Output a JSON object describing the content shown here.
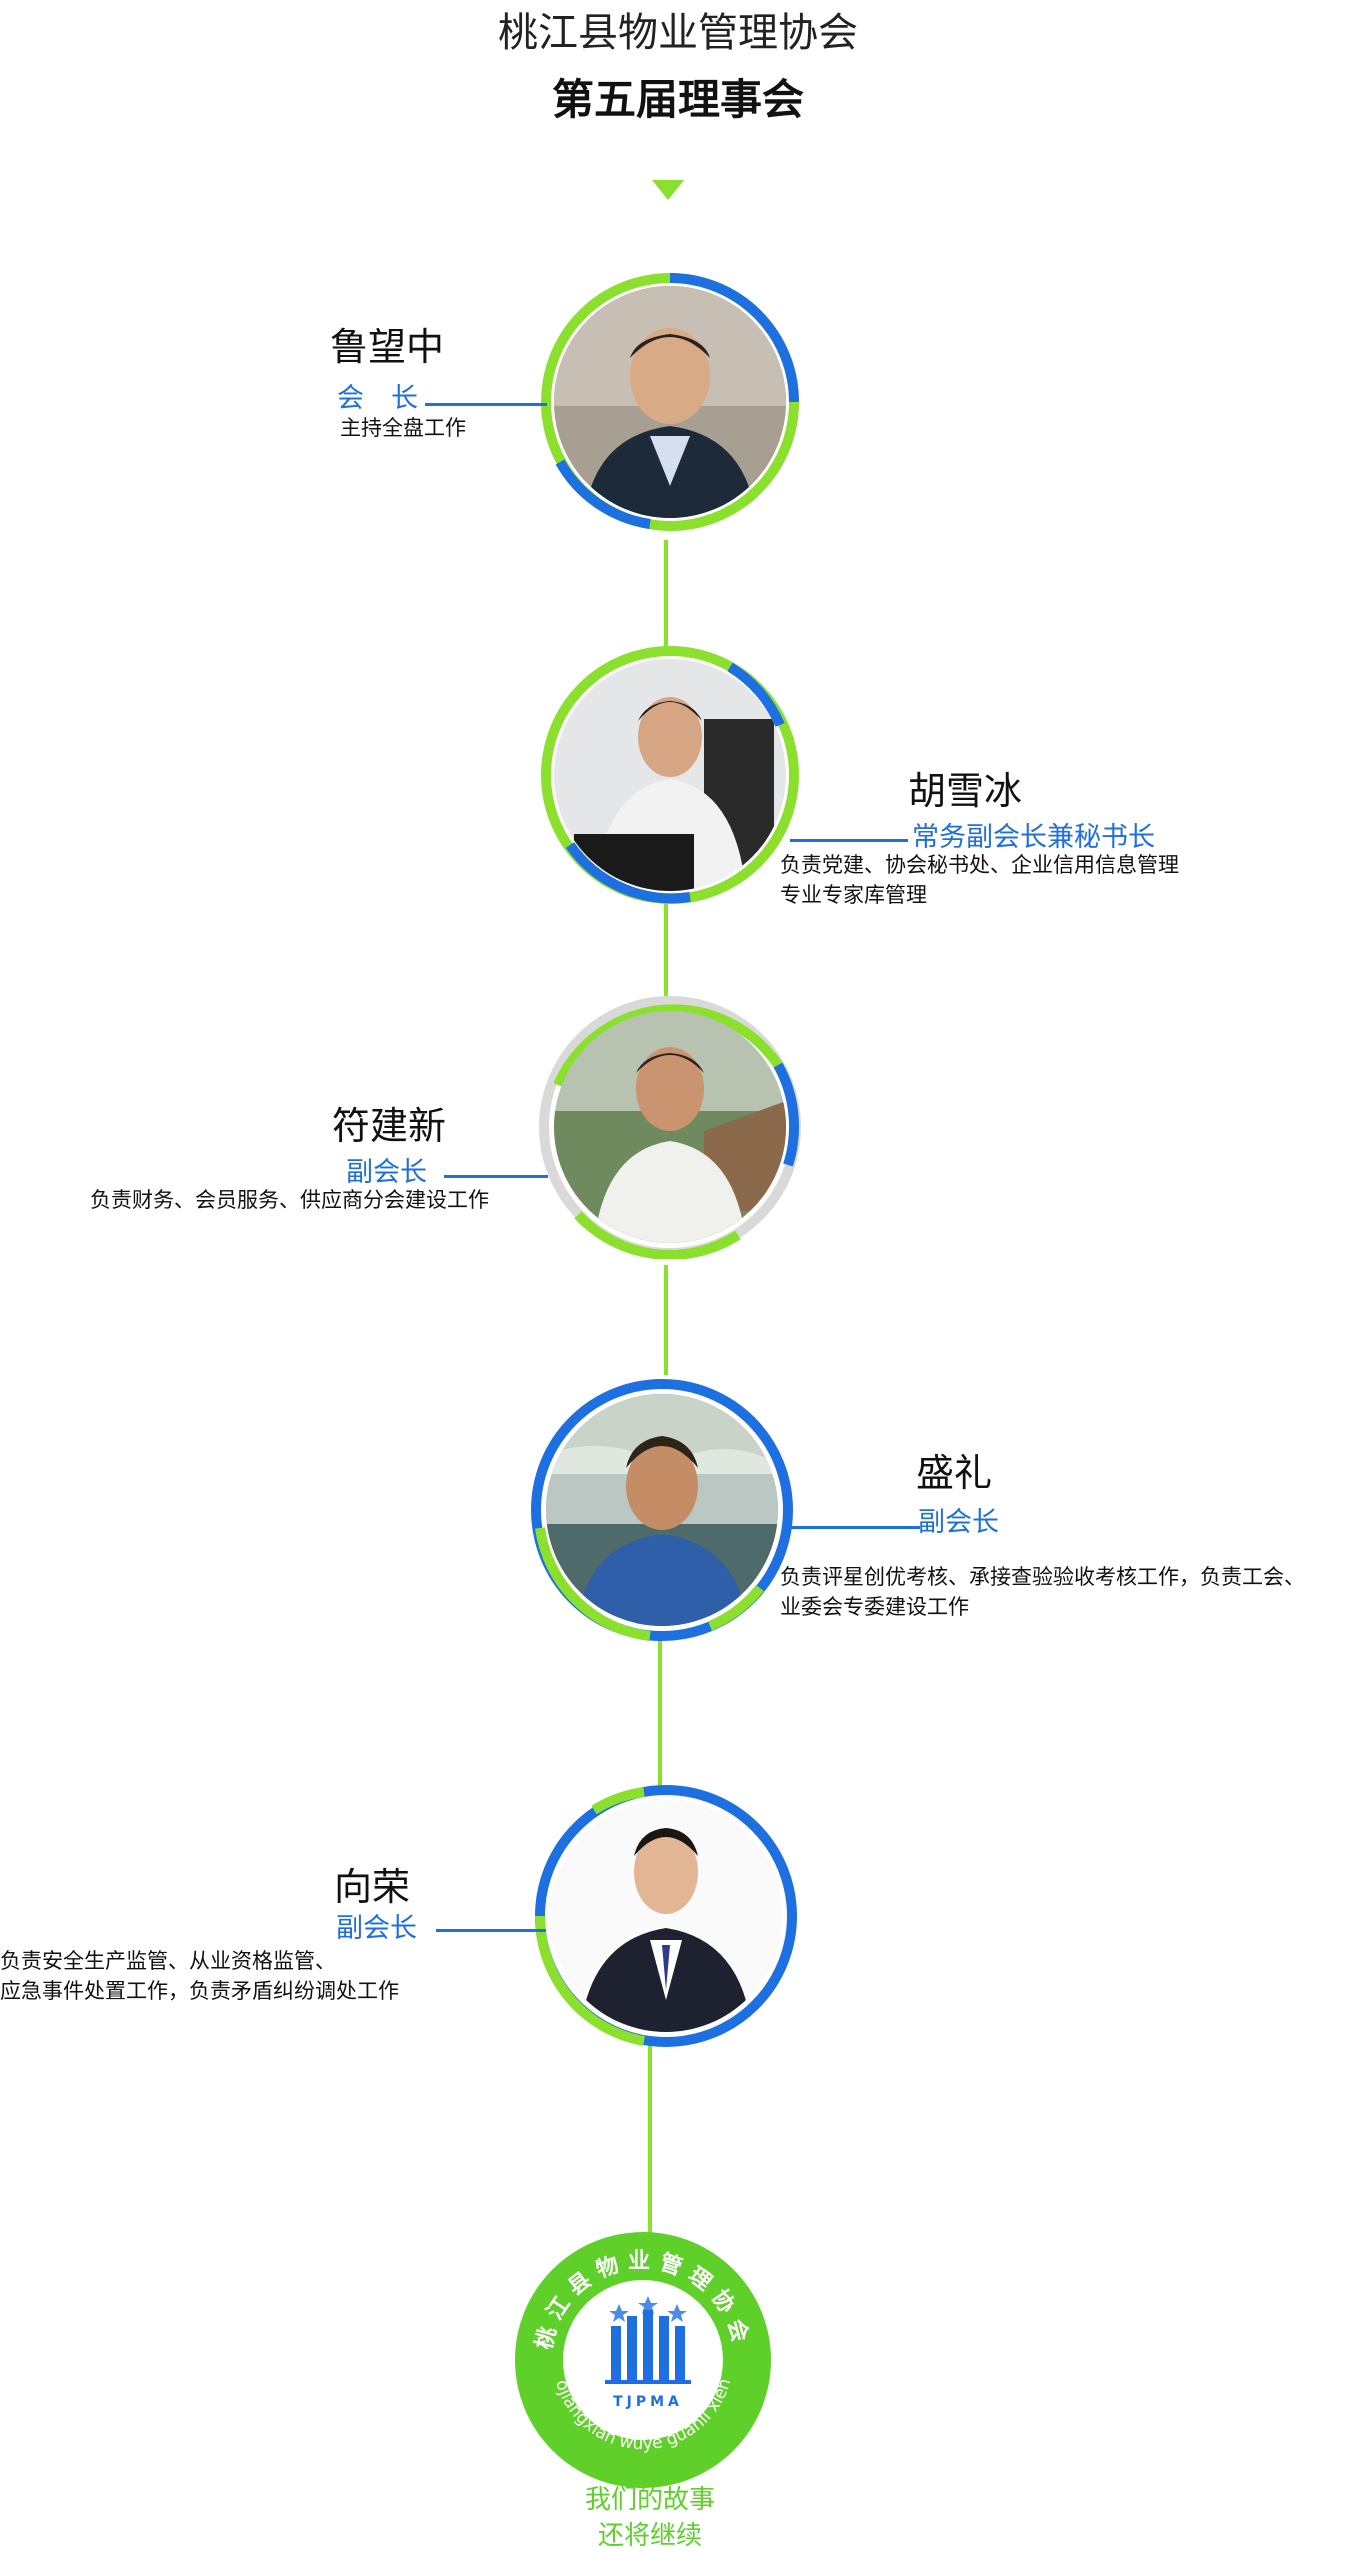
{
  "header": {
    "org_name": "桃江县物业管理协会",
    "board_name": "第五届理事会"
  },
  "colors": {
    "green": "#8be02e",
    "blue": "#1e6fe0",
    "logo_green": "#5fd02a"
  },
  "members": [
    {
      "name": "鲁望中",
      "title": "会　长",
      "duty": [
        "主持全盘工作"
      ]
    },
    {
      "name": "胡雪冰",
      "title": "常务副会长兼秘书长",
      "duty": [
        "负责党建、协会秘书处、企业信用信息管理",
        "专业专家库管理"
      ]
    },
    {
      "name": "符建新",
      "title": "副会长",
      "duty": [
        "负责财务、会员服务、供应商分会建设工作"
      ]
    },
    {
      "name": "盛礼",
      "title": "副会长",
      "duty": [
        "负责评星创优考核、承接查验验收考核工作，负责工会、",
        "业委会专委建设工作"
      ]
    },
    {
      "name": "向荣",
      "title": "副会长",
      "duty": [
        "负责安全生产监管、从业资格监管、",
        "应急事件处置工作，负责矛盾纠纷调处工作"
      ]
    }
  ],
  "logo": {
    "ring_text": "桃江县物业管理协会",
    "pinyin": "taojiangxian wuye guanli xiehui",
    "abbr": "TJPMA"
  },
  "footer": {
    "line1": "我们的故事",
    "line2": "还将继续"
  }
}
